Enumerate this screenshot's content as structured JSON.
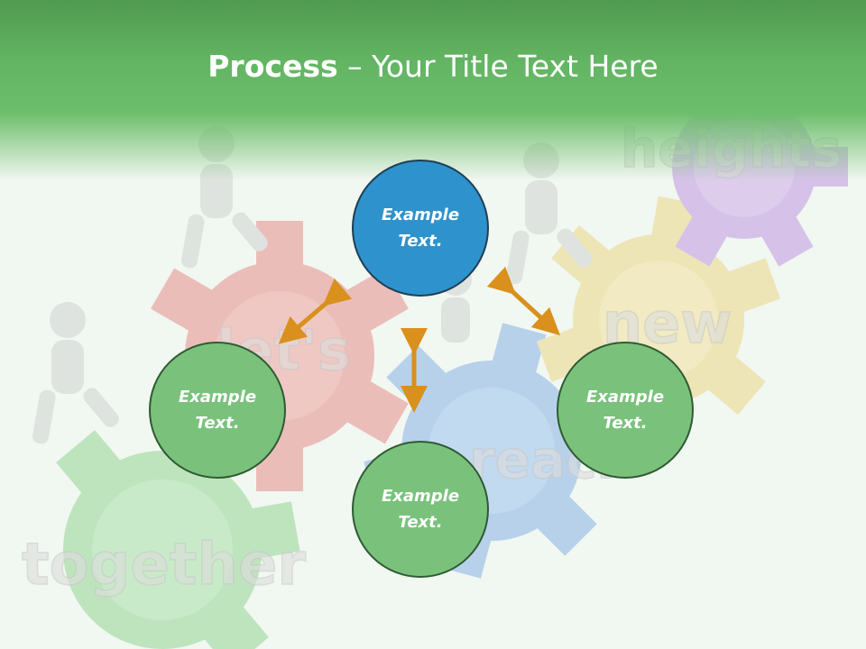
{
  "slide": {
    "title_bold": "Process",
    "title_rest": " – Your Title Text Here"
  },
  "background_words": [
    "heights",
    "let's",
    "new",
    "reach",
    "together"
  ],
  "nodes": {
    "center": "Example Text.",
    "left": "Example Text.",
    "right": "Example Text.",
    "bottom": "Example Text."
  },
  "colors": {
    "header": "#63b563",
    "center_node": "#2e92cd",
    "outer_node": "#7ac27c",
    "arrow": "#d9901c"
  }
}
